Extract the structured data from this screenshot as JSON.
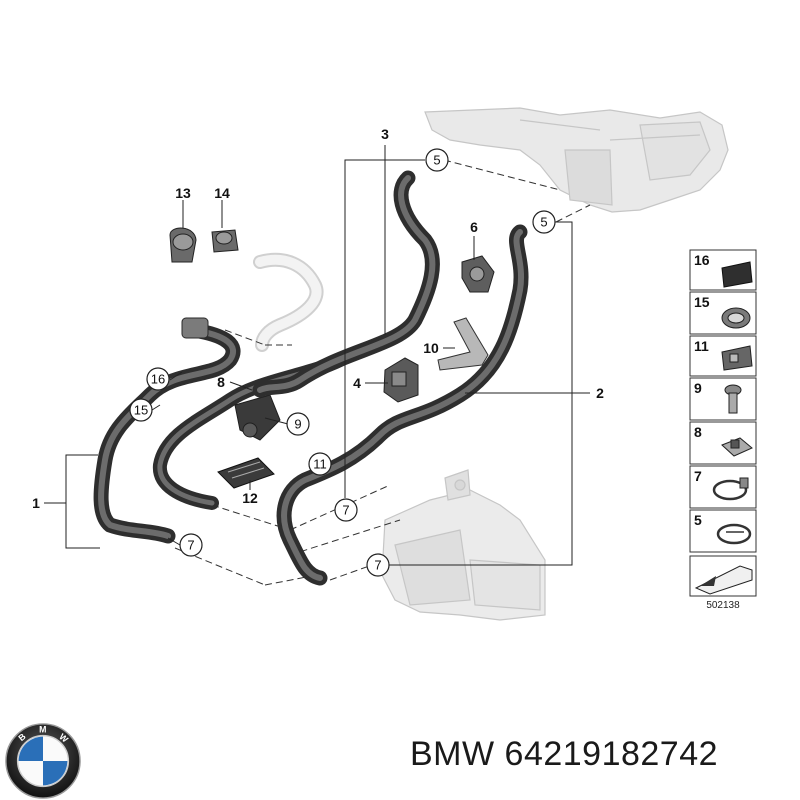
{
  "diagram": {
    "part_labels": {
      "p1": "1",
      "p2": "2",
      "p3": "3",
      "p4": "4",
      "p6": "6",
      "p8": "8",
      "p10": "10",
      "p12": "12",
      "p13": "13",
      "p14": "14"
    },
    "callouts": {
      "c5a": "5",
      "c5b": "5",
      "c16": "16",
      "c15": "15",
      "c9": "9",
      "c11": "11",
      "c7a": "7",
      "c7b": "7",
      "c7c": "7"
    },
    "legend": [
      "16",
      "15",
      "11",
      "9",
      "8",
      "7",
      "5"
    ],
    "diagram_code": "502138"
  },
  "footer": {
    "brand": "BMW",
    "part_number": "64219182742",
    "text": "BMW 64219182742"
  }
}
